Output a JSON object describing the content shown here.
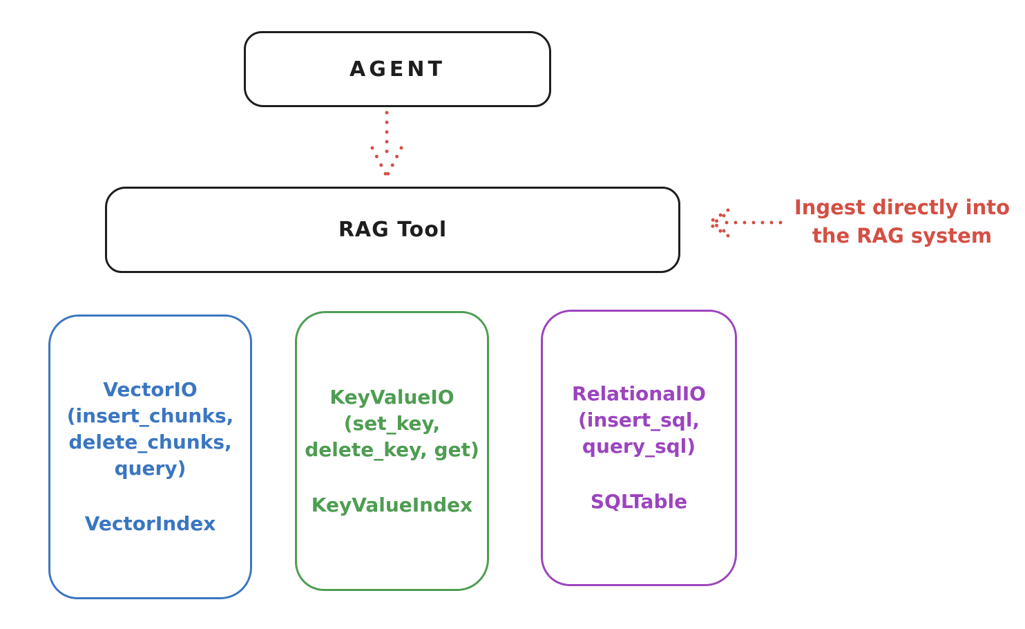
{
  "diagram": {
    "colors": {
      "ink": "#1e1e1e",
      "red": "#d44f44",
      "blue": "#3a76c1",
      "green": "#4e9d52",
      "purple": "#9c44bf"
    },
    "agent": {
      "label": "AGENT"
    },
    "rag_tool": {
      "label": "RAG Tool"
    },
    "annotation": {
      "line1": "Ingest directly into",
      "line2": "the RAG system",
      "color": "#d44f44"
    },
    "io_boxes": [
      {
        "id": "vector-io",
        "color": "#3a76c1",
        "lines": [
          "VectorIO",
          "(insert_chunks,",
          "delete_chunks,",
          "query)"
        ],
        "index_label": "VectorIndex"
      },
      {
        "id": "keyvalue-io",
        "color": "#4e9d52",
        "lines": [
          "KeyValueIO",
          "(set_key,",
          "delete_key, get)"
        ],
        "index_label": "KeyValueIndex"
      },
      {
        "id": "relational-io",
        "color": "#9c44bf",
        "lines": [
          "RelationalIO",
          "(insert_sql,",
          "query_sql)"
        ],
        "index_label": "SQLTable"
      }
    ]
  }
}
